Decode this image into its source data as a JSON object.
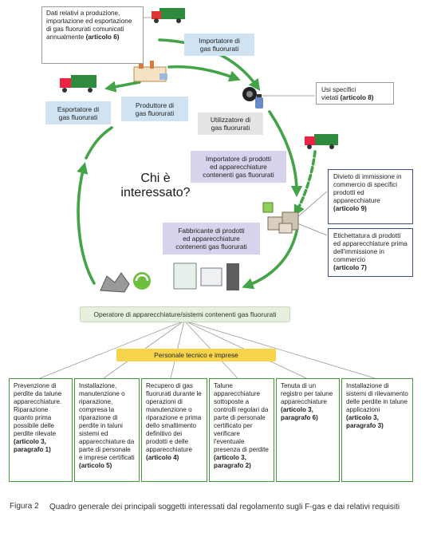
{
  "diagram": {
    "center_question": "Chi è\ninteressato?",
    "top_note": {
      "text": "Dati relativi a produzione, importazione ed esportazione di gas fluorurati comunicati annualmente ",
      "ref": "(articolo 6)"
    },
    "cycle_nodes": {
      "importatore_gas": "Importatore di\ngas fluorurati",
      "esportatore_gas": "Esportatore di\ngas fluorurati",
      "produttore_gas": "Produttore di\ngas fluorurati",
      "utilizzatore_gas": "Utilizzatore di\ngas fluorurati",
      "importatore_prodotti": "Importatore di prodotti\ned apparecchiature\ncontenenti gas fluorurati",
      "fabbricante_prodotti": "Fabbricante di prodotti\ned apparecchiature\ncontenenti gas fluorurati"
    },
    "side_notes": {
      "usi_specifici": {
        "text": "Usi specifici\nvietati ",
        "ref": "(articolo 8)"
      },
      "divieto": {
        "text": "Divieto di immissione in commercio di specifici prodotti ed apparecchiature\n",
        "ref": "(articolo 9)"
      },
      "etichettatura": {
        "text": "Etichettatura di prodotti ed apparecchiature prima dell'immissione in commercio\n",
        "ref": "(articolo 7)"
      }
    },
    "operator_bar": "Operatore di apparecchiature/sistemi contenenti gas fluorurati",
    "personale_bar": "Personale tecnico e imprese",
    "requirements": [
      {
        "text": "Prevenzione di perdite da talune apparecchiature. Riparazione quanto prima possibile delle perdite rilevate\n",
        "ref": "(articolo 3, paragrafo 1)"
      },
      {
        "text": "Installazione, manutenzione o riparazione, compresa la riparazione di perdite in taluni sistemi ed apparecchiature da parte di personale e imprese certificati ",
        "ref": "(articolo 5)"
      },
      {
        "text": "Recupero di gas fluorurati durante le operazioni di manutenzione o riparazione e prima dello smaltimento definitivo dei prodotti e delle apparecchiature ",
        "ref": "(articolo 4)"
      },
      {
        "text": "Talune apparecchiature sottoposte a controlli regolari da parte di personale certificato per verificare l'eventuale presenza di perdite ",
        "ref": "(articolo 3, paragrafo 2)"
      },
      {
        "text": "Tenuta di un registro per talune apparecchiature\n",
        "ref": "(articolo 3, paragrafo 6)"
      },
      {
        "text": "Installazione di sistemi di rilevamento delle perdite in talune applicazioni\n",
        "ref": "(articolo 3, paragrafo 3)"
      }
    ]
  },
  "caption": {
    "label": "Figura 2",
    "text": "Quadro generale dei principali soggetti interessati dal regolamento sugli F-gas e dai relativi requisiti"
  },
  "colors": {
    "cycle_green": "#43a447",
    "light_blue": "#cfe3f3",
    "lavender": "#d6d3ec",
    "navy_border": "#3a4f86",
    "green_border": "#3f9a3a",
    "yellow": "#f8d44c"
  }
}
